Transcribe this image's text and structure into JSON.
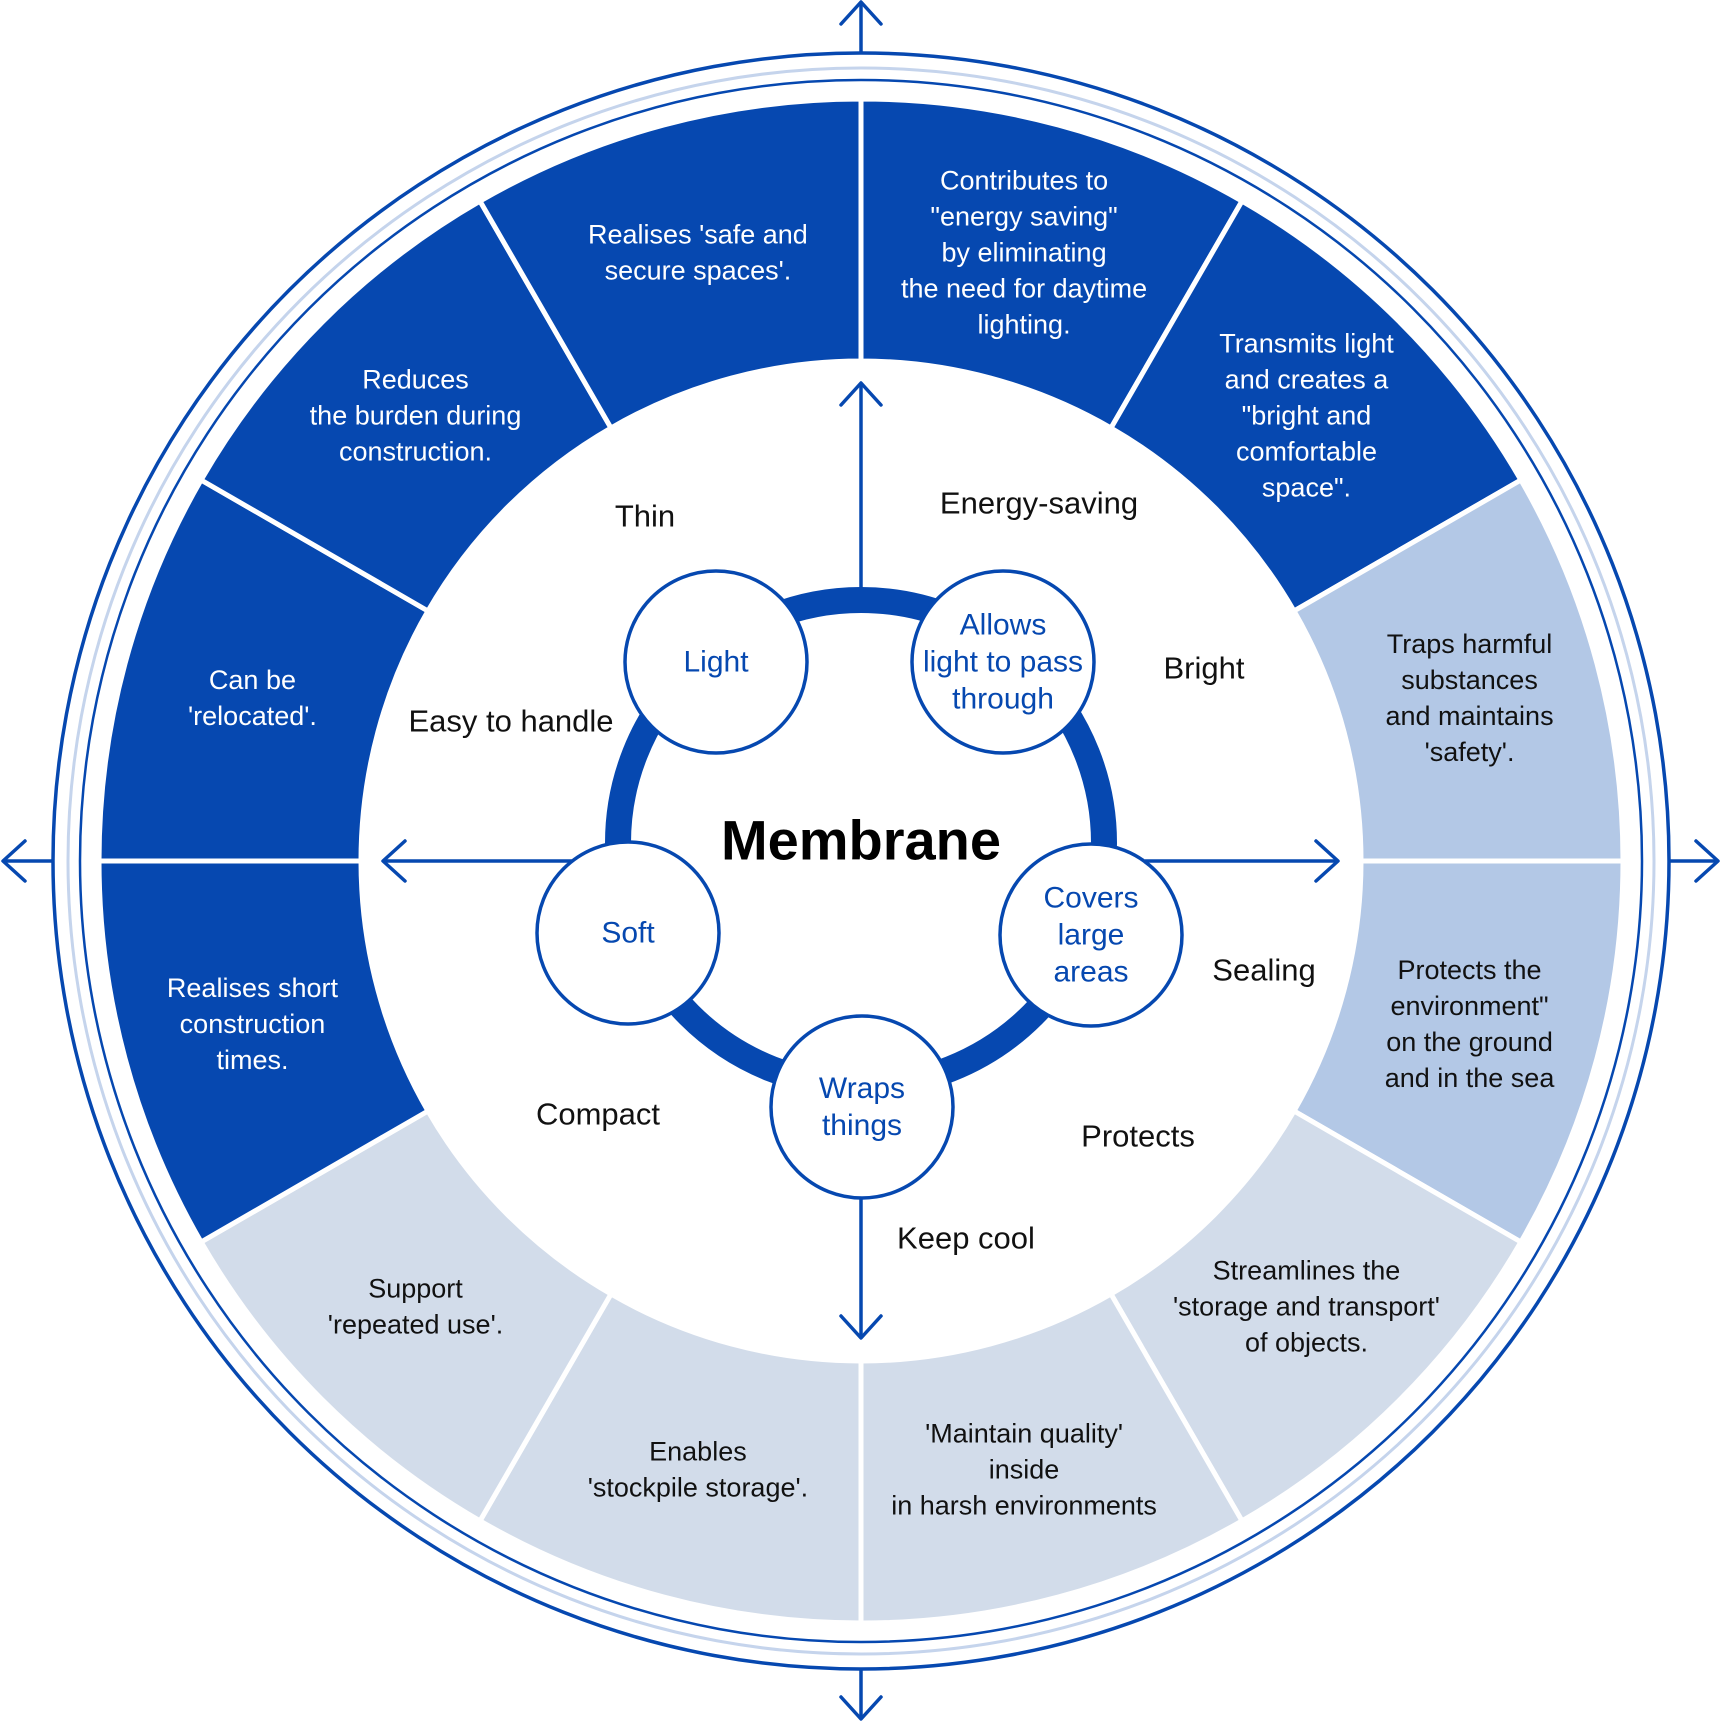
{
  "center_label": "Membrane",
  "colors": {
    "primary": "#0648B0",
    "primary_dark": "#0A3F9E",
    "medium": "#B3C8E6",
    "light": "#D2DCEA",
    "ring_light": "#C5D4EC",
    "text_on_dark": "#FFFFFF",
    "text_on_light": "#111111",
    "node_text": "#0648B0"
  },
  "nodes": [
    {
      "id": "light",
      "lines": [
        "Light"
      ]
    },
    {
      "id": "allows-light",
      "lines": [
        "Allows",
        "light to pass",
        "through"
      ]
    },
    {
      "id": "covers-large-areas",
      "lines": [
        "Covers",
        "large",
        "areas"
      ]
    },
    {
      "id": "wraps-things",
      "lines": [
        "Wraps",
        "things"
      ]
    },
    {
      "id": "soft",
      "lines": [
        "Soft"
      ]
    }
  ],
  "properties": [
    {
      "id": "thin",
      "text": "Thin"
    },
    {
      "id": "energy-saving",
      "text": "Energy-saving"
    },
    {
      "id": "bright",
      "text": "Bright"
    },
    {
      "id": "easy-to-handle",
      "text": "Easy to handle"
    },
    {
      "id": "sealing",
      "text": "Sealing"
    },
    {
      "id": "compact",
      "text": "Compact"
    },
    {
      "id": "protects",
      "text": "Protects"
    },
    {
      "id": "keep-cool",
      "text": "Keep cool"
    }
  ],
  "segments": [
    {
      "id": "energy-saving-benefit",
      "tone": "dark",
      "lines": [
        "Contributes to",
        "\"energy saving\"",
        "by eliminating",
        "the need for daytime",
        "lighting."
      ]
    },
    {
      "id": "bright-space",
      "tone": "dark",
      "lines": [
        "Transmits light",
        "and creates a",
        "\"bright and",
        "comfortable",
        "space\"."
      ]
    },
    {
      "id": "traps-harmful",
      "tone": "medium",
      "lines": [
        "Traps harmful",
        "substances",
        "and maintains",
        "'safety'."
      ]
    },
    {
      "id": "protects-environment",
      "tone": "medium",
      "lines": [
        "Protects the",
        "environment\"",
        "on the ground",
        "and in the sea"
      ]
    },
    {
      "id": "streamlines-storage",
      "tone": "light",
      "lines": [
        "Streamlines the",
        "'storage and transport'",
        "of objects."
      ]
    },
    {
      "id": "maintain-quality",
      "tone": "light",
      "lines": [
        "'Maintain quality'",
        "inside",
        "in harsh environments"
      ]
    },
    {
      "id": "stockpile-storage",
      "tone": "light",
      "lines": [
        "Enables",
        "'stockpile storage'."
      ]
    },
    {
      "id": "repeated-use",
      "tone": "light",
      "lines": [
        "Support",
        "'repeated use'."
      ]
    },
    {
      "id": "short-construction",
      "tone": "dark",
      "lines": [
        "Realises short",
        "construction",
        "times."
      ]
    },
    {
      "id": "relocated",
      "tone": "dark",
      "lines": [
        "Can be",
        "'relocated'."
      ]
    },
    {
      "id": "reduces-burden",
      "tone": "dark",
      "lines": [
        "Reduces",
        "the burden during",
        "construction."
      ]
    },
    {
      "id": "safe-secure",
      "tone": "dark",
      "lines": [
        "Realises 'safe and",
        "secure spaces'."
      ]
    }
  ]
}
